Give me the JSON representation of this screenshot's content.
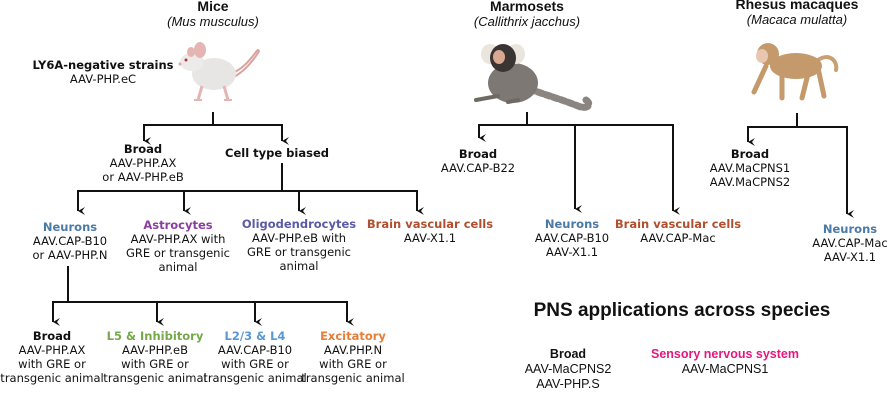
{
  "colors": {
    "neurons": "#4a7aa8",
    "astrocytes": "#8a3fa0",
    "oligodendrocytes": "#5a5aa6",
    "brain_vascular": "#b0502e",
    "l5_inhibitory": "#76a84a",
    "l23_l4": "#5b98d3",
    "excitatory": "#e57e38",
    "sensory": "#e0197d",
    "line": "#111111"
  },
  "species": {
    "mice": {
      "name": "Mice",
      "latin": "Mus musculus",
      "icon": "mouse-icon"
    },
    "marmosets": {
      "name": "Marmosets",
      "latin": "Callithrix jacchus",
      "icon": "marmoset-icon"
    },
    "macaques": {
      "name": "Rhesus macaques",
      "latin": "Macaca mulatta",
      "icon": "macaque-icon"
    }
  },
  "mice": {
    "ly6a": {
      "title": "LY6A-negative strains",
      "lines": [
        "AAV-PHP.eC"
      ]
    },
    "broad": {
      "title": "Broad",
      "lines": [
        "AAV-PHP.AX",
        "or AAV-PHP.eB"
      ]
    },
    "cell_type": {
      "title": "Cell type biased"
    },
    "neurons": {
      "title": "Neurons",
      "lines": [
        "AAV.CAP-B10",
        "or AAV-PHP.N"
      ]
    },
    "astrocytes": {
      "title": "Astrocytes",
      "lines": [
        "AAV-PHP.AX with",
        "GRE or transgenic",
        "animal"
      ]
    },
    "oligodendrocytes": {
      "title": "Oligodendrocytes",
      "lines": [
        "AAV-PHP.eB with",
        "GRE or transgenic",
        "animal"
      ]
    },
    "brain_vascular": {
      "title": "Brain vascular cells",
      "lines": [
        "AAV-X1.1"
      ]
    },
    "neuron_subtypes": [
      {
        "title": "Broad",
        "lines": [
          "AAV-PHP.AX",
          "with GRE or",
          "transgenic animal"
        ]
      },
      {
        "title": "L5 & Inhibitory",
        "lines": [
          "AAV-PHP.eB",
          "with GRE or",
          "transgenic animal"
        ]
      },
      {
        "title": "L2/3 & L4",
        "lines": [
          "AAV.CAP-B10",
          "with GRE or",
          "transgenic animal"
        ]
      },
      {
        "title": "Excitatory",
        "lines": [
          "AAV.PHP.N",
          "with GRE or",
          "transgenic animal"
        ]
      }
    ]
  },
  "marmosets": {
    "broad": {
      "title": "Broad",
      "lines": [
        "AAV.CAP-B22"
      ]
    },
    "neurons": {
      "title": "Neurons",
      "lines": [
        "AAV.CAP-B10",
        "AAV-X1.1"
      ]
    },
    "brain_vascular": {
      "title": "Brain vascular cells",
      "lines": [
        "AAV.CAP-Mac"
      ]
    }
  },
  "macaques": {
    "broad": {
      "title": "Broad",
      "lines": [
        "AAV.MaCPNS1",
        "AAV.MaCPNS2"
      ]
    },
    "neurons": {
      "title": "Neurons",
      "lines": [
        "AAV.CAP-Mac",
        "AAV-X1.1"
      ]
    }
  },
  "pns": {
    "title": "PNS applications across species",
    "broad": {
      "title": "Broad",
      "lines": [
        "AAV-MaCPNS2",
        "AAV-PHP.S"
      ]
    },
    "sensory": {
      "title": "Sensory nervous system",
      "lines": [
        "AAV-MaCPNS1"
      ]
    }
  }
}
